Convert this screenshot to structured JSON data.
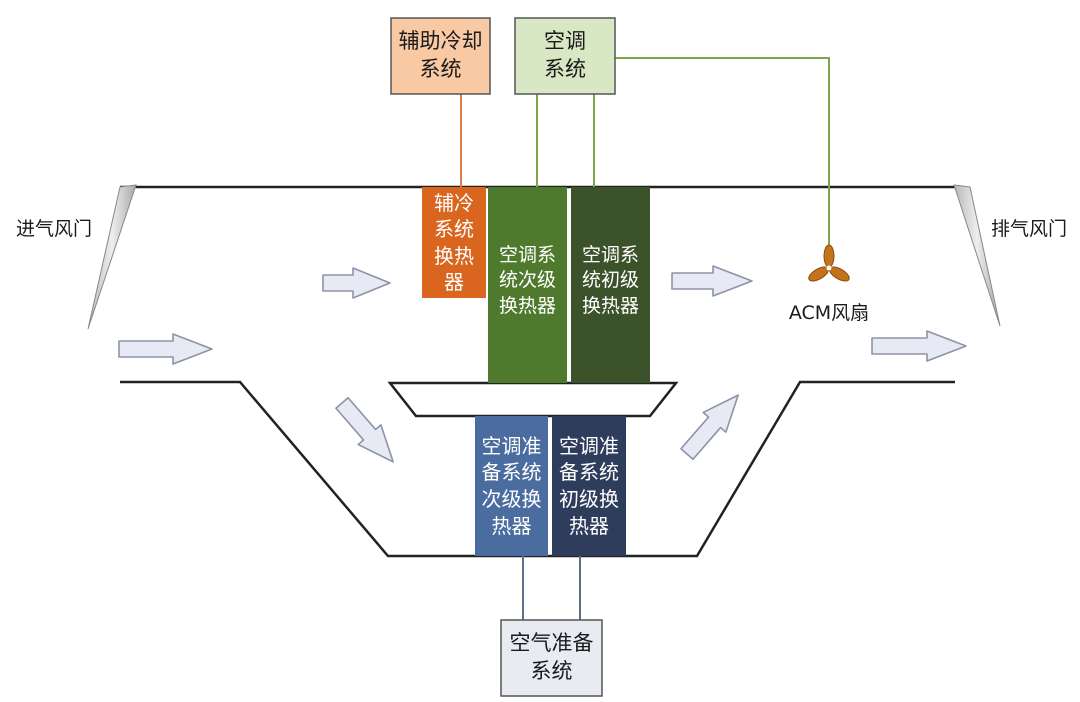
{
  "labels": {
    "aux_cooling_system": "辅助冷却\n系统",
    "ac_system": "空调\n系统",
    "aux_cooling_hx": "辅冷\n系统\n换热\n器",
    "ac_secondary_hx": "空调系\n统次级\n换热器",
    "ac_primary_hx": "空调系\n统初级\n换热器",
    "standby_secondary_hx": "空调准\n备系统\n次级换\n热器",
    "standby_primary_hx": "空调准\n备系统\n初级换\n热器",
    "air_standby_system": "空气准备\n系统",
    "inlet_damper": "进气风门",
    "exhaust_damper": "排气风门",
    "acm_fan": "ACM风扇"
  },
  "colors": {
    "aux_cooling_system_fill": "#f9c9a4",
    "aux_cooling_system_link": "#e07a4a",
    "ac_system_fill": "#d8e8c4",
    "ac_system_link": "#7aa84e",
    "aux_cooling_hx": "#d9651f",
    "ac_secondary_hx": "#4f7a2d",
    "ac_primary_hx": "#3c522a",
    "standby_secondary_hx": "#4a6c9f",
    "standby_primary_hx": "#2f3d5c",
    "air_standby_system_fill": "#e8ecf2",
    "air_standby_system_link": "#5d6f8a",
    "duct_line": "#222222",
    "flow_arrow_fill": "#e7e9f4",
    "flow_arrow_stroke": "#8d93a8",
    "damper_fill": "#d4d4d4",
    "fan_fill": "#c4721c"
  },
  "icons": {
    "inlet_damper": "damper-blade-icon",
    "exhaust_damper": "damper-blade-icon",
    "acm_fan": "three-blade-fan-icon",
    "flow": "airflow-arrow-icon"
  }
}
